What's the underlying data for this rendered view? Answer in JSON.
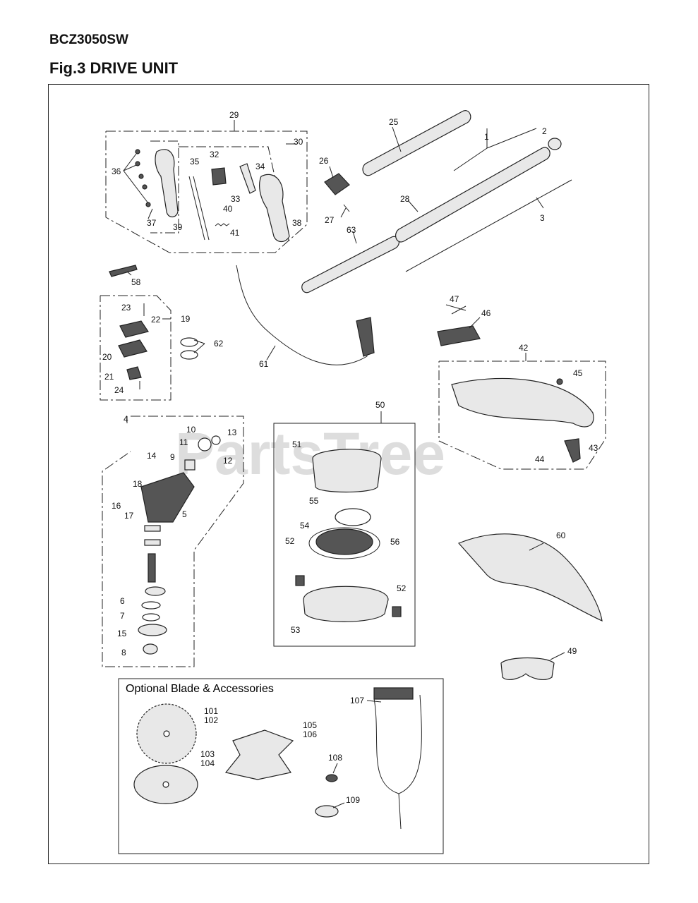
{
  "header": {
    "model": "BCZ3050SW",
    "figure_title": "Fig.3 DRIVE UNIT"
  },
  "watermark": "PartsTree",
  "optional_box": {
    "title": "Optional Blade & Accessories"
  },
  "callouts": {
    "c1": "1",
    "c2": "2",
    "c3": "3",
    "c4": "4",
    "c5": "5",
    "c6": "6",
    "c7": "7",
    "c8": "8",
    "c9": "9",
    "c10": "10",
    "c11": "11",
    "c12": "12",
    "c13": "13",
    "c14": "14",
    "c15": "15",
    "c16": "16",
    "c17": "17",
    "c18": "18",
    "c19": "19",
    "c20": "20",
    "c21": "21",
    "c22": "22",
    "c23": "23",
    "c24": "24",
    "c25": "25",
    "c26": "26",
    "c27": "27",
    "c28": "28",
    "c29": "29",
    "c30": "30",
    "c32": "32",
    "c33": "33",
    "c34": "34",
    "c35": "35",
    "c36": "36",
    "c37": "37",
    "c38": "38",
    "c39": "39",
    "c40": "40",
    "c41": "41",
    "c42": "42",
    "c43": "43",
    "c44": "44",
    "c45": "45",
    "c46": "46",
    "c47": "47",
    "c49": "49",
    "c50": "50",
    "c51": "51",
    "c52a": "52",
    "c52b": "52",
    "c53": "53",
    "c54": "54",
    "c55": "55",
    "c56": "56",
    "c58": "58",
    "c60": "60",
    "c61": "61",
    "c62": "62",
    "c63": "63",
    "c101": "101",
    "c102": "102",
    "c103": "103",
    "c104": "104",
    "c105": "105",
    "c106": "106",
    "c107": "107",
    "c108": "108",
    "c109": "109"
  }
}
